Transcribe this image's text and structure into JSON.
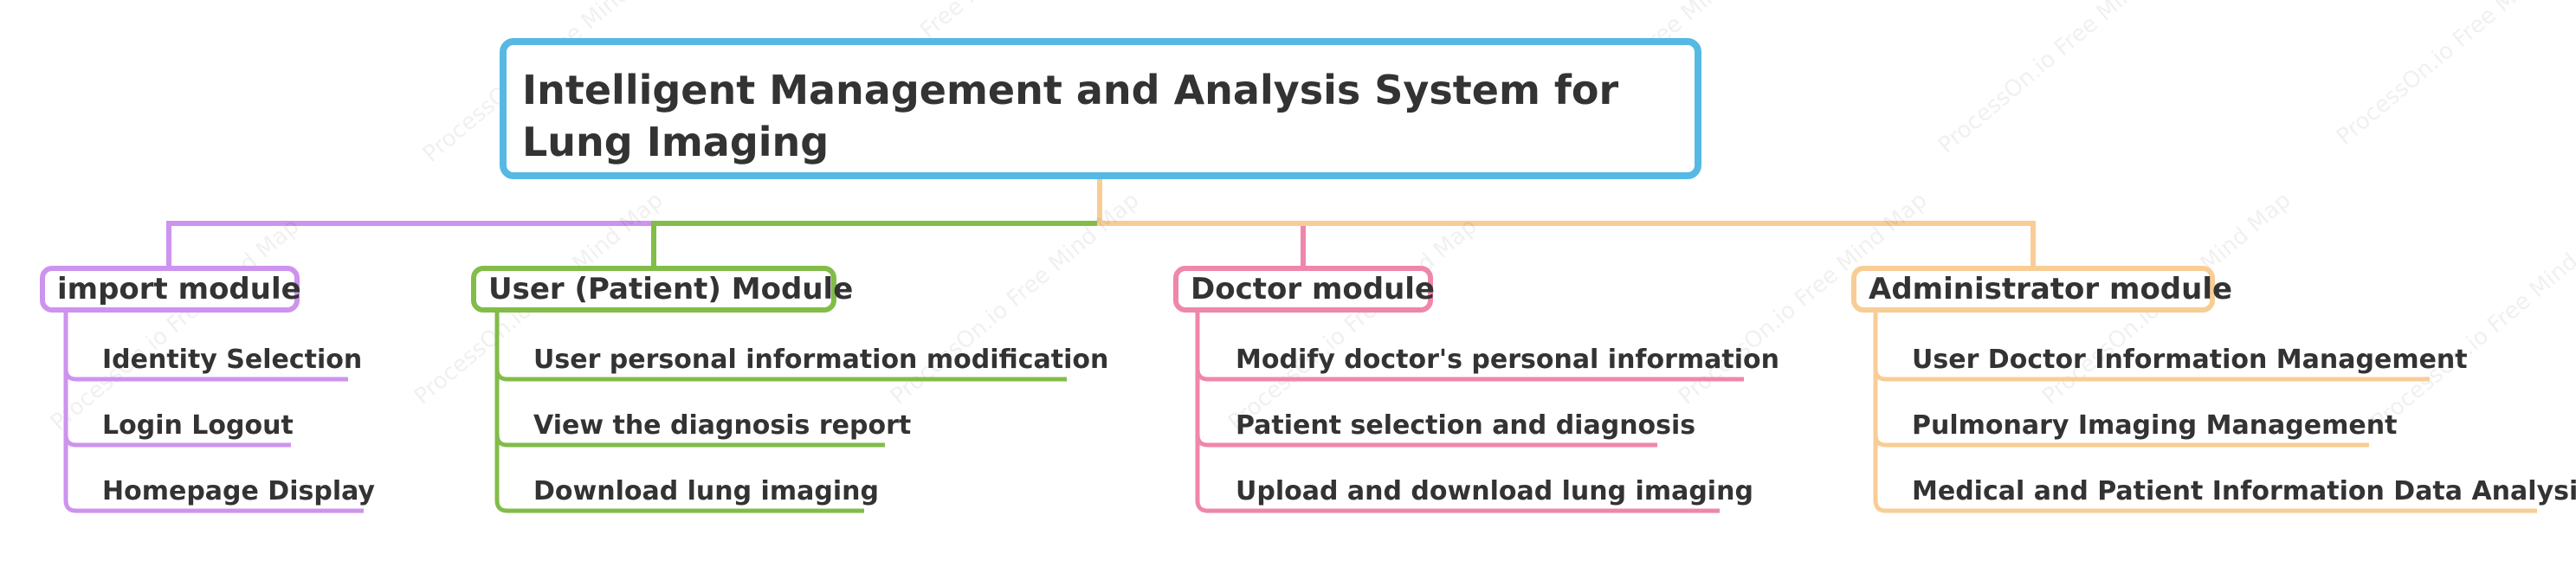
{
  "diagram": {
    "root": {
      "title": "Intelligent Management and Analysis System for Lung Imaging",
      "color": "#56b9e4"
    },
    "watermark": "ProcessOn.io Free Mind Map",
    "modules": [
      {
        "label": "import module",
        "color": "#cd93ee",
        "items": [
          "Identity Selection",
          "Login Logout",
          "Homepage Display"
        ]
      },
      {
        "label": "User (Patient) Module",
        "color": "#82bc49",
        "items": [
          "User personal information modification",
          "View the diagnosis report",
          "Download lung imaging"
        ]
      },
      {
        "label": "Doctor module",
        "color": "#ef86ac",
        "items": [
          "Modify doctor's personal information",
          "Patient selection and diagnosis",
          "Upload and download lung imaging"
        ]
      },
      {
        "label": "Administrator module",
        "color": "#f8cd95",
        "items": [
          "User Doctor Information Management",
          "Pulmonary Imaging Management",
          "Medical and Patient Information Data Analysis"
        ]
      }
    ]
  }
}
